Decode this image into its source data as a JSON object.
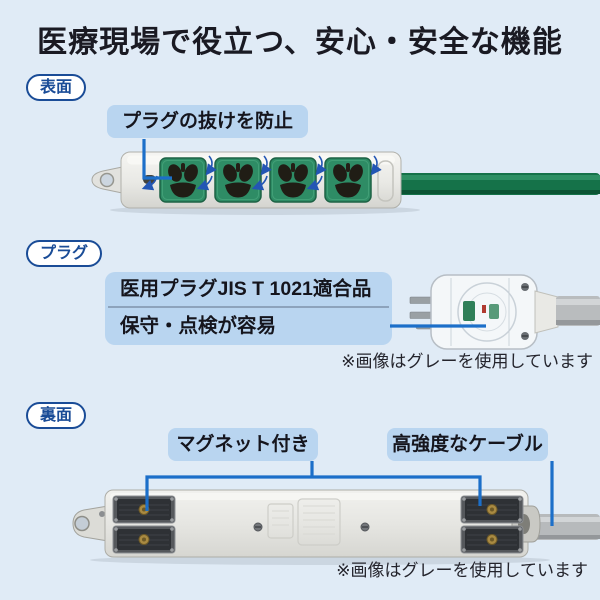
{
  "title": "医療現場で役立つ、安心・安全な機能",
  "front": {
    "badge": "表面",
    "callout": "プラグの抜けを防止"
  },
  "plug": {
    "badge": "プラグ",
    "feature1": "医用プラグJIS T 1021適合品",
    "feature2": "保守・点検が容易",
    "note": "※画像はグレーを使用しています"
  },
  "back": {
    "badge": "裏面",
    "magnet_label": "マグネット付き",
    "cable_label": "高強度なケーブル",
    "note": "※画像はグレーを使用しています"
  },
  "theme": {
    "background": "#e0ebf6",
    "accent_blue": "#1a4c97",
    "callout_bg": "#b9d5f0",
    "line_blue": "#1c6fc9",
    "text_dark": "#1a1a23",
    "strip_green": "#2e8c65",
    "cable_green": "#157249",
    "magnet_dark": "#2e3135"
  }
}
